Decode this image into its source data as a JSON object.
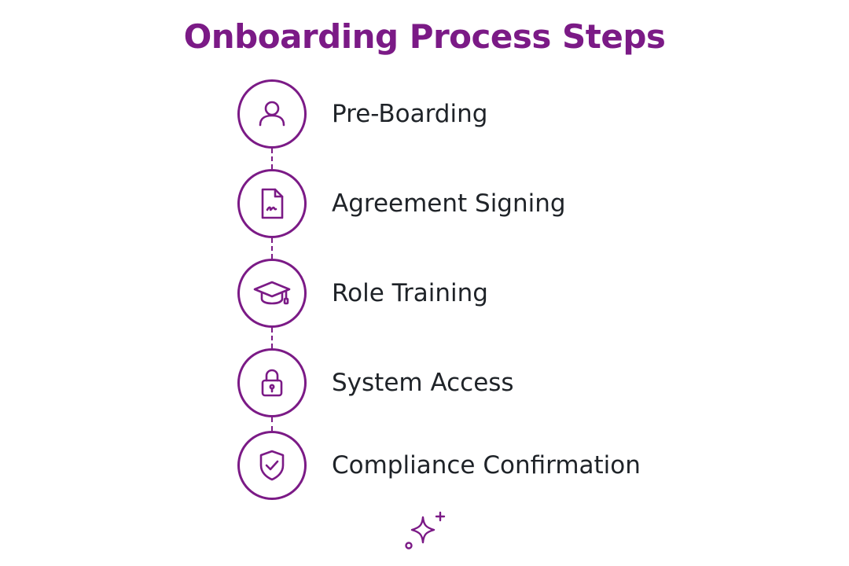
{
  "title": "Onboarding Process Steps",
  "accent_color": "#7b1a86",
  "text_color": "#1f2328",
  "steps": [
    {
      "label": "Pre-Boarding",
      "icon": "person-icon"
    },
    {
      "label": "Agreement Signing",
      "icon": "signed-document-icon"
    },
    {
      "label": "Role Training",
      "icon": "graduation-cap-icon"
    },
    {
      "label": "System Access",
      "icon": "padlock-icon"
    },
    {
      "label": "Compliance Confirmation",
      "icon": "shield-check-icon"
    }
  ],
  "footer_icon": "sparkle-icon"
}
